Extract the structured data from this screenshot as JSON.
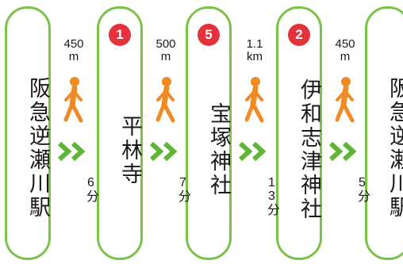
{
  "stations": [
    {
      "name": "阪急逆瀬川駅",
      "badge": ""
    },
    {
      "name": "平林寺",
      "badge": "1"
    },
    {
      "name": "宝塚神社",
      "badge": "5"
    },
    {
      "name": "伊和志津神社",
      "badge": "2"
    },
    {
      "name": "阪急逆瀬川駅",
      "badge": ""
    }
  ],
  "segments": [
    {
      "distance_value": "450",
      "distance_unit": "m",
      "time_value": "6",
      "time_unit": "分"
    },
    {
      "distance_value": "500",
      "distance_unit": "m",
      "time_value": "7",
      "time_unit": "分"
    },
    {
      "distance_value": "1.1",
      "distance_unit": "km",
      "time_value": "13",
      "time_unit": "分"
    },
    {
      "distance_value": "450",
      "distance_unit": "m",
      "time_value": "5",
      "time_unit": "分"
    }
  ],
  "colors": {
    "station_border": "#7cc24a",
    "badge": "#e4313b",
    "walker": "#f08a24",
    "arrow": "#5fb635"
  },
  "icons": {
    "walker": "walking-person-icon",
    "arrow": "double-chevron-right-icon"
  }
}
